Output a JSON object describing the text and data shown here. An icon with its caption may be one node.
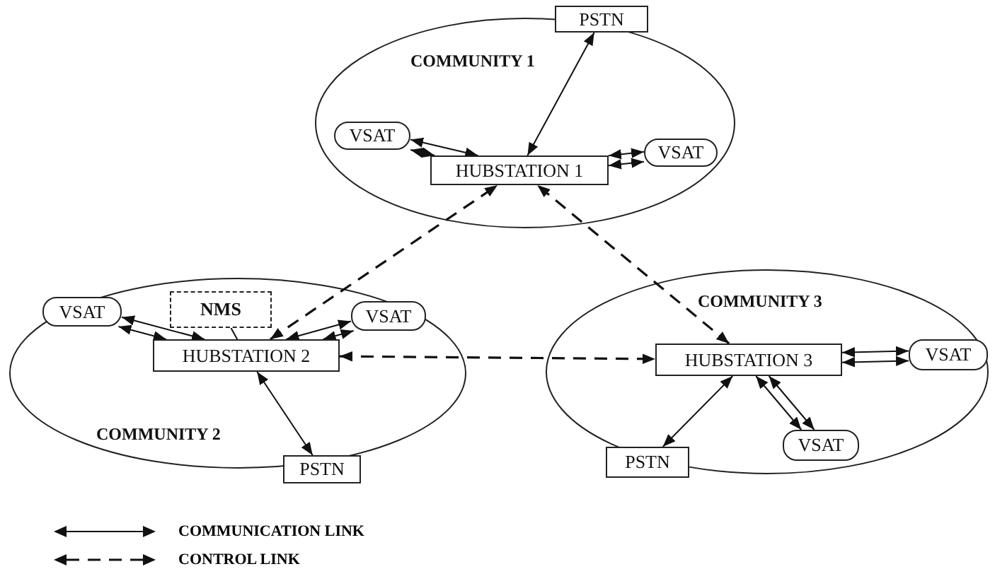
{
  "diagram": {
    "nodes": [
      {
        "text": [
          "COMMUNITY 1"
        ]
      },
      {
        "text": [
          "PSTN"
        ]
      },
      {
        "text": [
          "VSAT"
        ],
        "in": 0
      },
      {
        "text": [
          "VSAT"
        ],
        "in": 0
      },
      {
        "text": [
          "HUBSTATION 1"
        ],
        "in": 0
      },
      {
        "text": [
          "COMMUNITY 2"
        ]
      },
      {
        "text": [
          "NMS"
        ],
        "in": 5
      },
      {
        "text": [
          "VSAT"
        ],
        "in": 5
      },
      {
        "text": [
          "VSAT"
        ],
        "in": 5
      },
      {
        "text": [
          "HUBSTATION 2"
        ],
        "in": 5
      },
      {
        "text": [
          "PSTN"
        ]
      },
      {
        "text": [
          "COMMUNITY 3"
        ]
      },
      {
        "text": [
          "HUBSTATION 3"
        ],
        "in": 11
      },
      {
        "text": [
          "VSAT"
        ],
        "in": 11
      },
      {
        "text": [
          "VSAT"
        ],
        "in": 11
      },
      {
        "text": [
          "PSTN"
        ]
      }
    ],
    "edges": [
      {
        "from": 1,
        "to": 4,
        "arrow": "both"
      },
      {
        "from": 2,
        "to": 4,
        "arrow": "both"
      },
      {
        "from": 2,
        "to": 4,
        "arrow": "both"
      },
      {
        "from": 3,
        "to": 4,
        "arrow": "both"
      },
      {
        "from": 3,
        "to": 4,
        "arrow": "both"
      },
      {
        "from": 9,
        "to": 4,
        "arrow": "both",
        "style": "dashed"
      },
      {
        "from": 12,
        "to": 4,
        "arrow": "both",
        "style": "dashed"
      },
      {
        "from": 9,
        "to": 12,
        "arrow": "both",
        "style": "dashed"
      },
      {
        "from": 6,
        "to": 9,
        "arrow": "none"
      },
      {
        "from": 7,
        "to": 9,
        "arrow": "both"
      },
      {
        "from": 7,
        "to": 9,
        "arrow": "both"
      },
      {
        "from": 8,
        "to": 9,
        "arrow": "both"
      },
      {
        "from": 8,
        "to": 9,
        "arrow": "both"
      },
      {
        "from": 9,
        "to": 10,
        "arrow": "both"
      },
      {
        "from": 12,
        "to": 13,
        "arrow": "both"
      },
      {
        "from": 12,
        "to": 13,
        "arrow": "both"
      },
      {
        "from": 12,
        "to": 14,
        "arrow": "both"
      },
      {
        "from": 12,
        "to": 14,
        "arrow": "both"
      },
      {
        "from": 12,
        "to": 15,
        "arrow": "both"
      }
    ],
    "legend": [
      {
        "text": "COMMUNICATION LINK"
      },
      {
        "text": "CONTROL LINK"
      }
    ]
  }
}
